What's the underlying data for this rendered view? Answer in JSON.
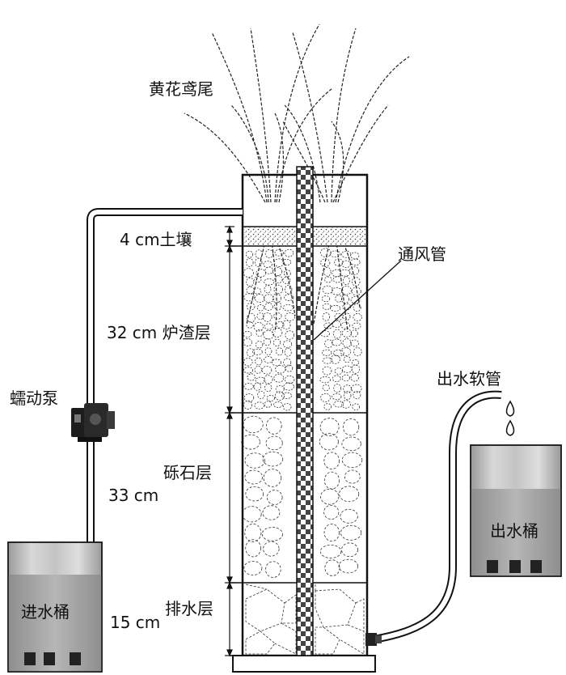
{
  "labels": {
    "plant": "黄花鸢尾",
    "soil": "4 cm土壤",
    "ventilation_pipe": "通风管",
    "slag": "32 cm 炉渣层",
    "outlet_hose": "出水软管",
    "pump": "蠕动泵",
    "gravel": "砾石层",
    "gravel_depth": "33 cm",
    "outlet_bucket": "出水桶",
    "inlet_bucket": "进水桶",
    "drain": "排水层",
    "drain_depth": "15 cm"
  },
  "colors": {
    "stroke": "#111111",
    "bucket_light": "#e6e6e6",
    "bucket_mid": "#b4b4b4",
    "bucket_dark": "#8a8a8a",
    "pipe": "#ffffff"
  }
}
